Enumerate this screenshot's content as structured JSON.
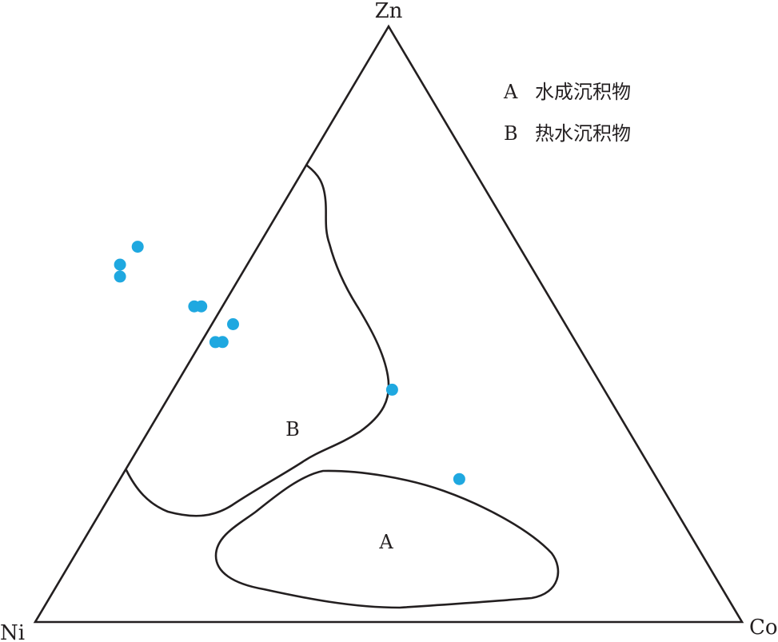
{
  "vertices": {
    "top": "Zn",
    "left": "Ni",
    "right": "Co"
  },
  "legend": [
    {
      "key": "A",
      "label": "水成沉积物"
    },
    {
      "key": "B",
      "label": "热水沉积物"
    }
  ],
  "regions": {
    "A": "A",
    "B": "B"
  },
  "colors": {
    "line": "#231f20",
    "point": "#1fa8e0"
  },
  "chart_data": {
    "type": "scatter",
    "ternary": true,
    "components": [
      "Zn",
      "Ni",
      "Co"
    ],
    "points": [
      {
        "Zn": 0.63,
        "Ni": 0.54,
        "Co": -0.17
      },
      {
        "Zn": 0.6,
        "Ni": 0.58,
        "Co": -0.18
      },
      {
        "Zn": 0.58,
        "Ni": 0.59,
        "Co": -0.17
      },
      {
        "Zn": 0.53,
        "Ni": 0.51,
        "Co": -0.04
      },
      {
        "Zn": 0.53,
        "Ni": 0.5,
        "Co": -0.03
      },
      {
        "Zn": 0.5,
        "Ni": 0.47,
        "Co": 0.03
      },
      {
        "Zn": 0.47,
        "Ni": 0.51,
        "Co": 0.02
      },
      {
        "Zn": 0.47,
        "Ni": 0.5,
        "Co": 0.03
      },
      {
        "Zn": 0.39,
        "Ni": 0.3,
        "Co": 0.31
      },
      {
        "Zn": 0.24,
        "Ni": 0.28,
        "Co": 0.48
      }
    ]
  }
}
